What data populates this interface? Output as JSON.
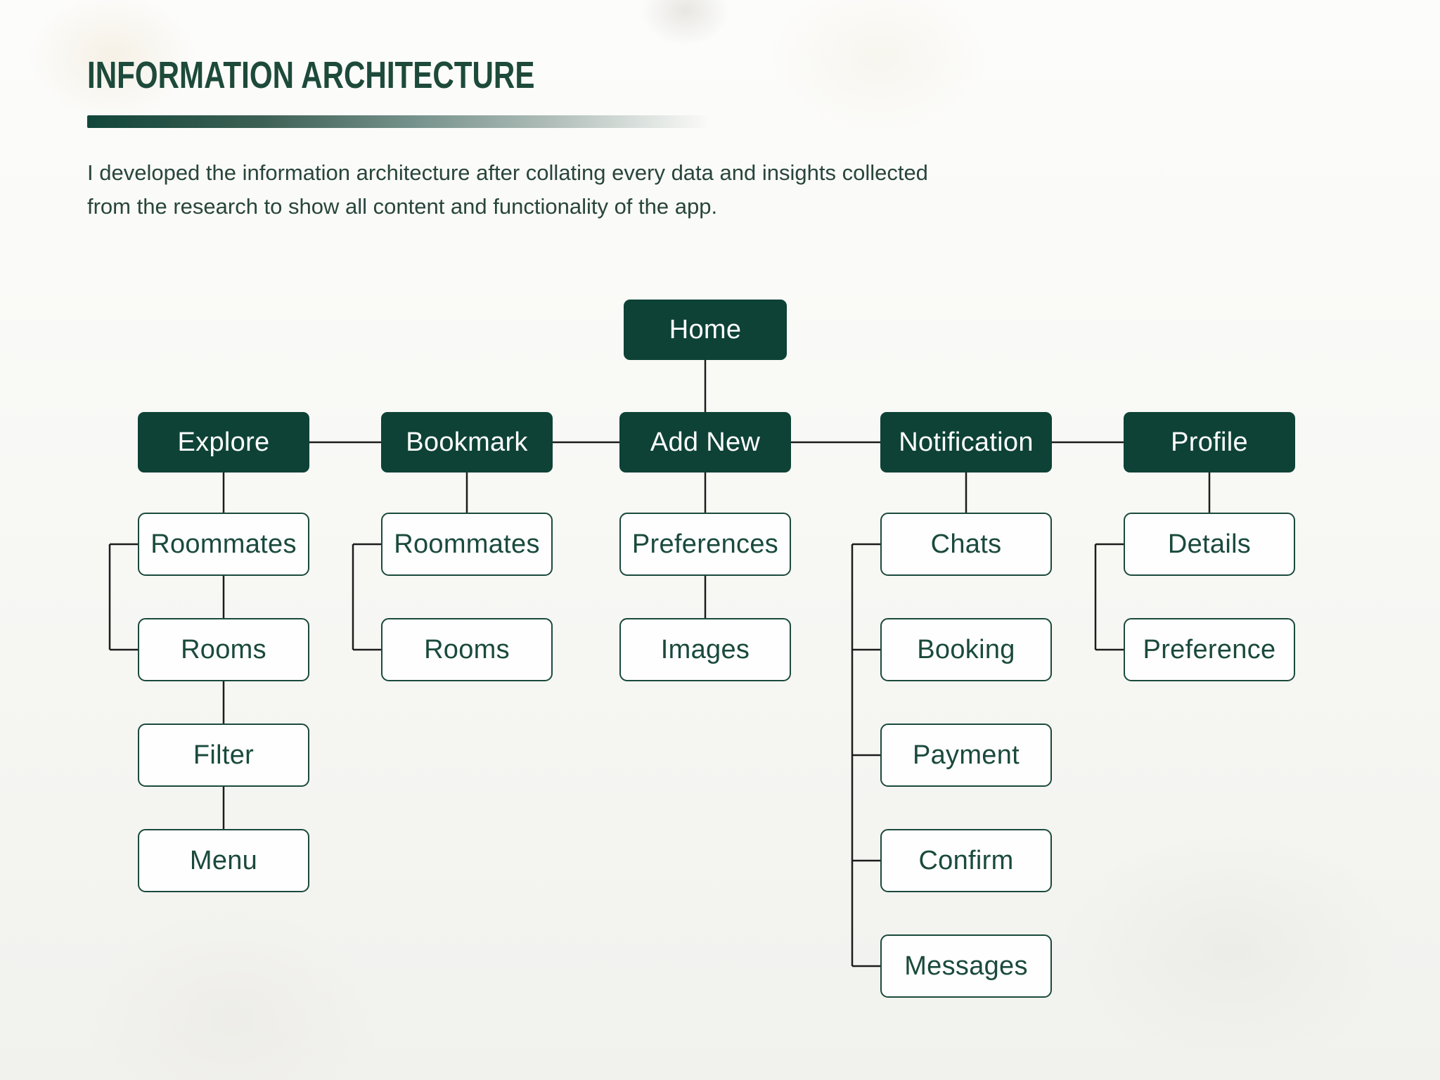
{
  "header": {
    "title": "INFORMATION ARCHITECTURE",
    "description": "I developed the information architecture after collating every data and insights collected from the research to show all content and functionality of the app."
  },
  "colors": {
    "dark_box": "#0e4236",
    "box_border": "#1a4a3c",
    "box_text": "#1a4a3c",
    "title_text": "#1d4a3b",
    "body_text": "#28453c",
    "connector": "#1c1c1c"
  },
  "diagram": {
    "root": {
      "label": "Home",
      "column_index": 2
    },
    "branches": [
      {
        "label": "Explore",
        "children": [
          "Roommates",
          "Rooms",
          "Filter",
          "Menu"
        ],
        "chain": true,
        "rail": [
          0,
          1
        ]
      },
      {
        "label": "Bookmark",
        "children": [
          "Roommates",
          "Rooms"
        ],
        "chain": false,
        "rail": [
          0,
          1
        ]
      },
      {
        "label": "Add New",
        "children": [
          "Preferences",
          "Images"
        ],
        "chain": true,
        "rail": null
      },
      {
        "label": "Notification",
        "children": [
          "Chats",
          "Booking",
          "Payment",
          "Confirm",
          "Messages"
        ],
        "chain": false,
        "rail": [
          0,
          4
        ]
      },
      {
        "label": "Profile",
        "children": [
          "Details",
          "Preference"
        ],
        "chain": false,
        "rail": [
          0,
          1
        ]
      }
    ]
  }
}
